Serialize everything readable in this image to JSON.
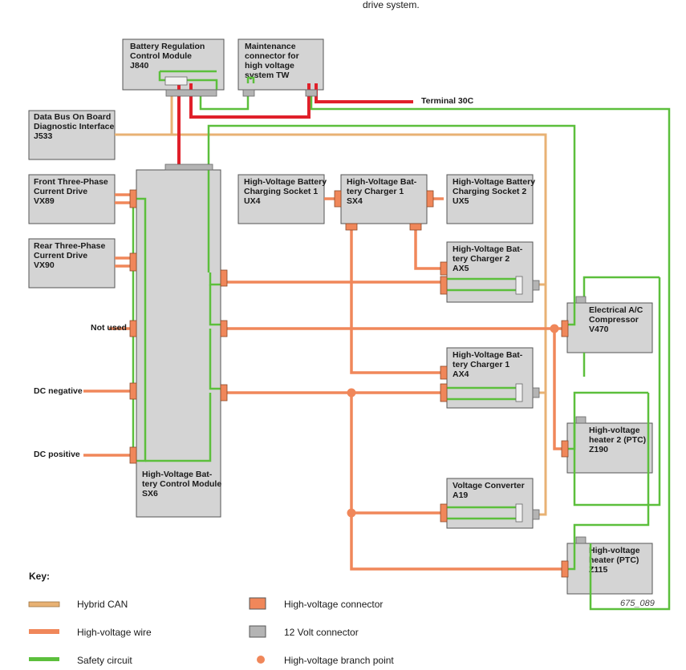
{
  "top_caption": "drive system.",
  "figure_id": "675_089",
  "colors": {
    "hybrid_can": "#e8b274",
    "hv_wire": "#f0875a",
    "safety": "#5cbf3c",
    "hv_connector": "#f0875a",
    "v12_connector": "#b4b4b4",
    "terminal_30c": "#e0202a",
    "box_fill": "#d4d4d4"
  },
  "components": {
    "j840": [
      "Battery Regulation",
      "Control Module",
      "J840"
    ],
    "tw": [
      "Maintenance",
      "connector for",
      "high voltage",
      "system TW"
    ],
    "j533": [
      "Data Bus On Board",
      "Diagnostic Interface",
      "J533"
    ],
    "vx89": [
      "Front Three-Phase",
      "Current Drive",
      "VX89"
    ],
    "vx90": [
      "Rear Three-Phase",
      "Current Drive",
      "VX90"
    ],
    "sx6": [
      "High-Voltage Bat-",
      "tery Control Module",
      "SX6"
    ],
    "ux4": [
      "High-Voltage Battery",
      "Charging Socket 1",
      "UX4"
    ],
    "sx4": [
      "High-Voltage Bat-",
      "tery Charger 1",
      "SX4"
    ],
    "ux5": [
      "High-Voltage Battery",
      "Charging Socket 2",
      "UX5"
    ],
    "ax5": [
      "High-Voltage Bat-",
      "tery Charger 2",
      "AX5"
    ],
    "ax4": [
      "High-Voltage Bat-",
      "tery Charger 1",
      "AX4"
    ],
    "a19": [
      "Voltage Converter",
      "A19"
    ],
    "v470": [
      "Electrical A/C",
      "Compressor",
      "V470"
    ],
    "z190": [
      "High-voltage",
      "heater 2 (PTC)",
      "Z190"
    ],
    "z115": [
      "High-voltage",
      "heater (PTC)",
      "Z115"
    ]
  },
  "external_labels": {
    "terminal_30c": "Terminal 30C",
    "not_used": "Not used",
    "dc_negative": "DC negative",
    "dc_positive": "DC positive"
  },
  "key": {
    "title": "Key:",
    "items": [
      {
        "label": "Hybrid CAN",
        "icon": "hybrid-can-line-icon"
      },
      {
        "label": "High-voltage wire",
        "icon": "hv-wire-line-icon"
      },
      {
        "label": "Safety circuit",
        "icon": "safety-circuit-line-icon"
      },
      {
        "label": "High-voltage connector",
        "icon": "hv-connector-swatch-icon"
      },
      {
        "label": "12 Volt connector",
        "icon": "12v-connector-swatch-icon"
      },
      {
        "label": "High-voltage branch point",
        "icon": "branch-point-dot-icon"
      }
    ]
  }
}
